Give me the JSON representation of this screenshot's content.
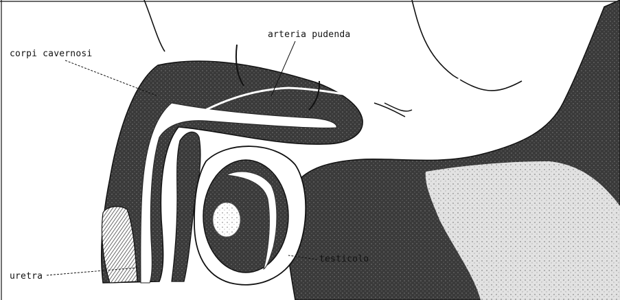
{
  "labels": {
    "arteria": "arteria pudenda",
    "corpi": "corpi cavernosi",
    "testicolo": "testicolo",
    "uretra": "uretra"
  },
  "colors": {
    "ink": "#111111",
    "tissue_dark": "#2a2a2a",
    "tissue_mid": "#5a5a5a",
    "tissue_light": "#c8c8c8",
    "paper": "#ffffff"
  }
}
